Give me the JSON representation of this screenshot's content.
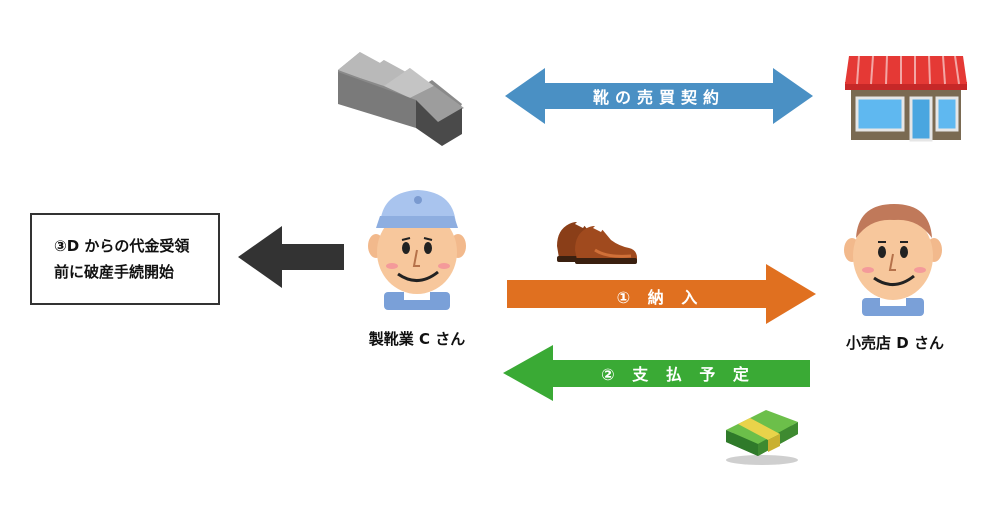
{
  "contract_label": "靴の売買契約",
  "delivery_label": "① 納 入",
  "payment_label": "② 支 払 予 定",
  "manufacturer_label": "製靴業 C さん",
  "retailer_label": "小売店 D さん",
  "note_lines": [
    "③D からの代金受領",
    "前に破産手続開始"
  ],
  "colors": {
    "contract_arrow": "#4a90c4",
    "delivery_arrow": "#e07020",
    "payment_arrow": "#3aaa35",
    "bankruptcy_arrow": "#333333"
  }
}
